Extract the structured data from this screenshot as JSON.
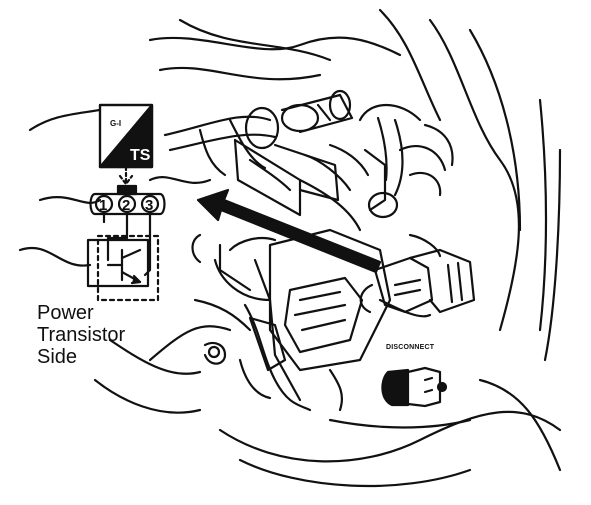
{
  "figure": {
    "caption_lines": [
      "Power",
      "Transistor",
      "Side"
    ],
    "connector_pins": [
      "1",
      "2",
      "3"
    ],
    "badge": {
      "top_text": "G-I",
      "bottom_text": "TS"
    },
    "disconnect_label": "DISCONNECT",
    "colors": {
      "ink": "#111111",
      "paper": "#ffffff"
    }
  }
}
